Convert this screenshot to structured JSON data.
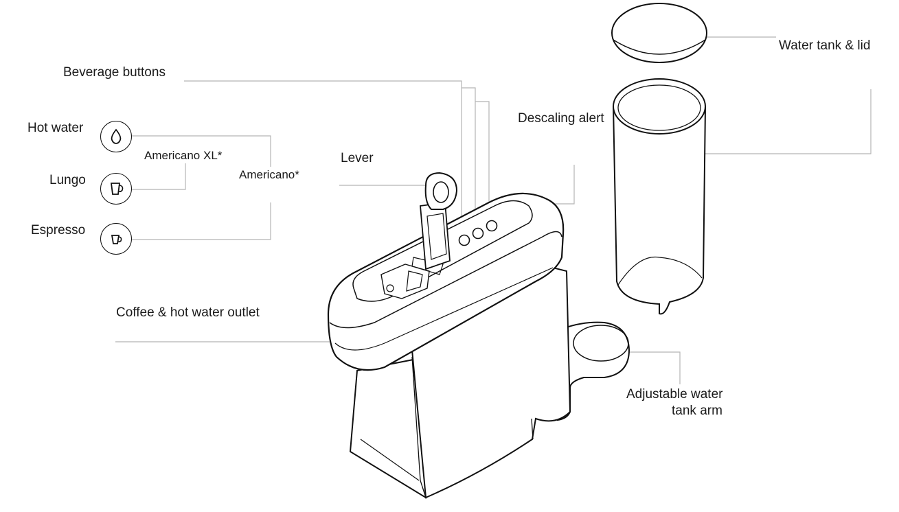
{
  "labels": {
    "beverage_buttons": "Beverage buttons",
    "hot_water": "Hot water",
    "americano_xl": "Americano XL*",
    "americano": "Americano*",
    "lungo": "Lungo",
    "espresso": "Espresso",
    "lever": "Lever",
    "descaling_alert": "Descaling alert",
    "water_tank_lid": "Water tank & lid",
    "coffee_outlet": "Coffee & hot water outlet",
    "adjustable_arm_line1": "Adjustable water",
    "adjustable_arm_line2": "tank arm"
  },
  "icons": {
    "hot_water": "water-drop-icon",
    "lungo": "lungo-cup-icon",
    "espresso": "espresso-cup-icon"
  },
  "colors": {
    "outline": "#111111",
    "leader_line": "#b5b5b5",
    "text": "#1a1a1a"
  }
}
